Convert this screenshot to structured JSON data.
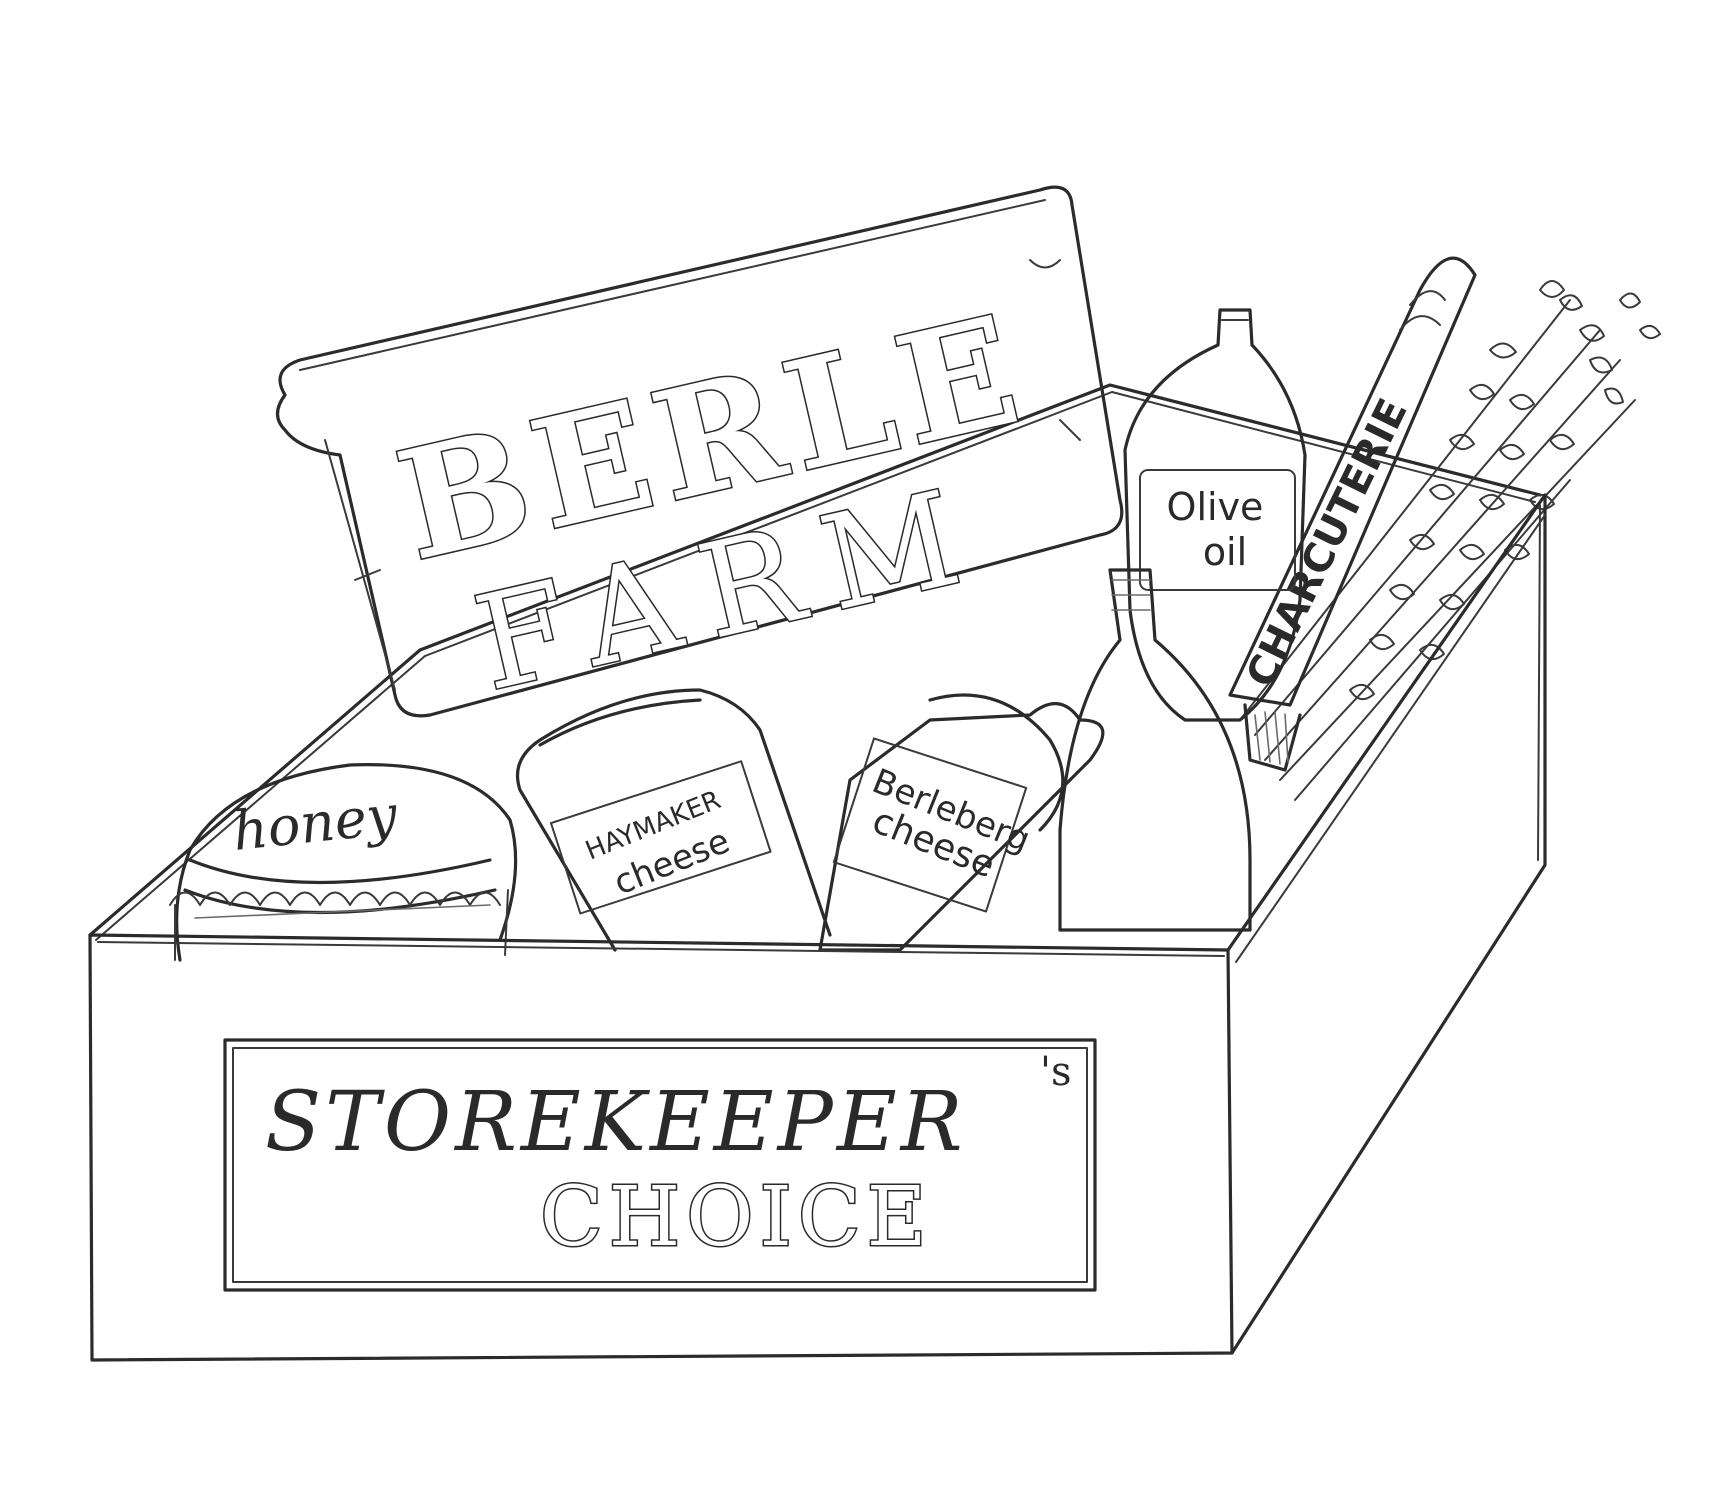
{
  "sign": {
    "line1": "BERLE",
    "line2": "FARM"
  },
  "honey_jar": {
    "label": "honey"
  },
  "haymaker_cheese": {
    "line1": "HAYMAKER",
    "line2": "cheese"
  },
  "berleberg_cheese": {
    "line1": "Berleberg",
    "line2": "cheese"
  },
  "olive_oil": {
    "line1": "Olive",
    "line2": "oil"
  },
  "salami": {
    "label": "CHARCUTERIE"
  },
  "box": {
    "line1": "STOREKEEPER",
    "line1_suffix": "'s",
    "line2": "CHOICE"
  },
  "colors": {
    "ink": "#2b2b2b",
    "paper": "#ffffff"
  }
}
